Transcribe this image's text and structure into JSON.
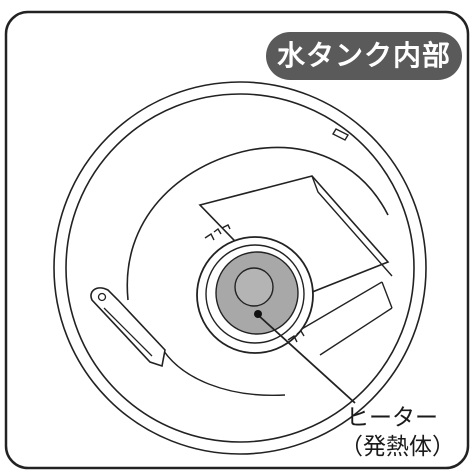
{
  "title": "水タンク内部",
  "callout": {
    "line1": "ヒーター",
    "line2": "（発熱体）"
  },
  "colors": {
    "badge_bg": "#5a5a5a",
    "heater_fill": "#a8a8a8",
    "stroke": "#222222"
  }
}
